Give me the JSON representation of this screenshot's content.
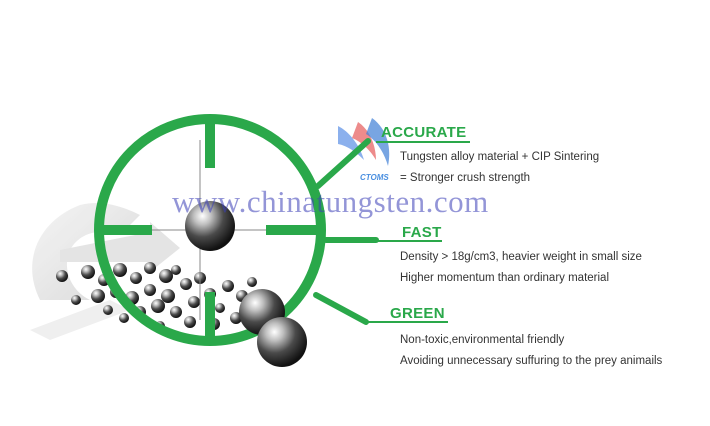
{
  "watermark": {
    "text": "www.chinatungsten.com"
  },
  "logo": {
    "text": "CTOMS"
  },
  "features": [
    {
      "title": "ACCURATE",
      "lines": [
        "Tungsten alloy material + CIP Sintering",
        "= Stronger crush strength"
      ]
    },
    {
      "title": "FAST",
      "lines": [
        "Density > 18g/cm3, heavier weight in small size",
        "Higher momentum than ordinary material"
      ]
    },
    {
      "title": "GREEN",
      "lines": [
        "Non-toxic,environmental friendly",
        "Avoiding unnecessary suffuring to the prey animails"
      ]
    }
  ],
  "colors": {
    "accent": "#2aa84a",
    "text": "#333333",
    "watermark": "#3b3fb8",
    "logo": "#4a8fe0"
  }
}
